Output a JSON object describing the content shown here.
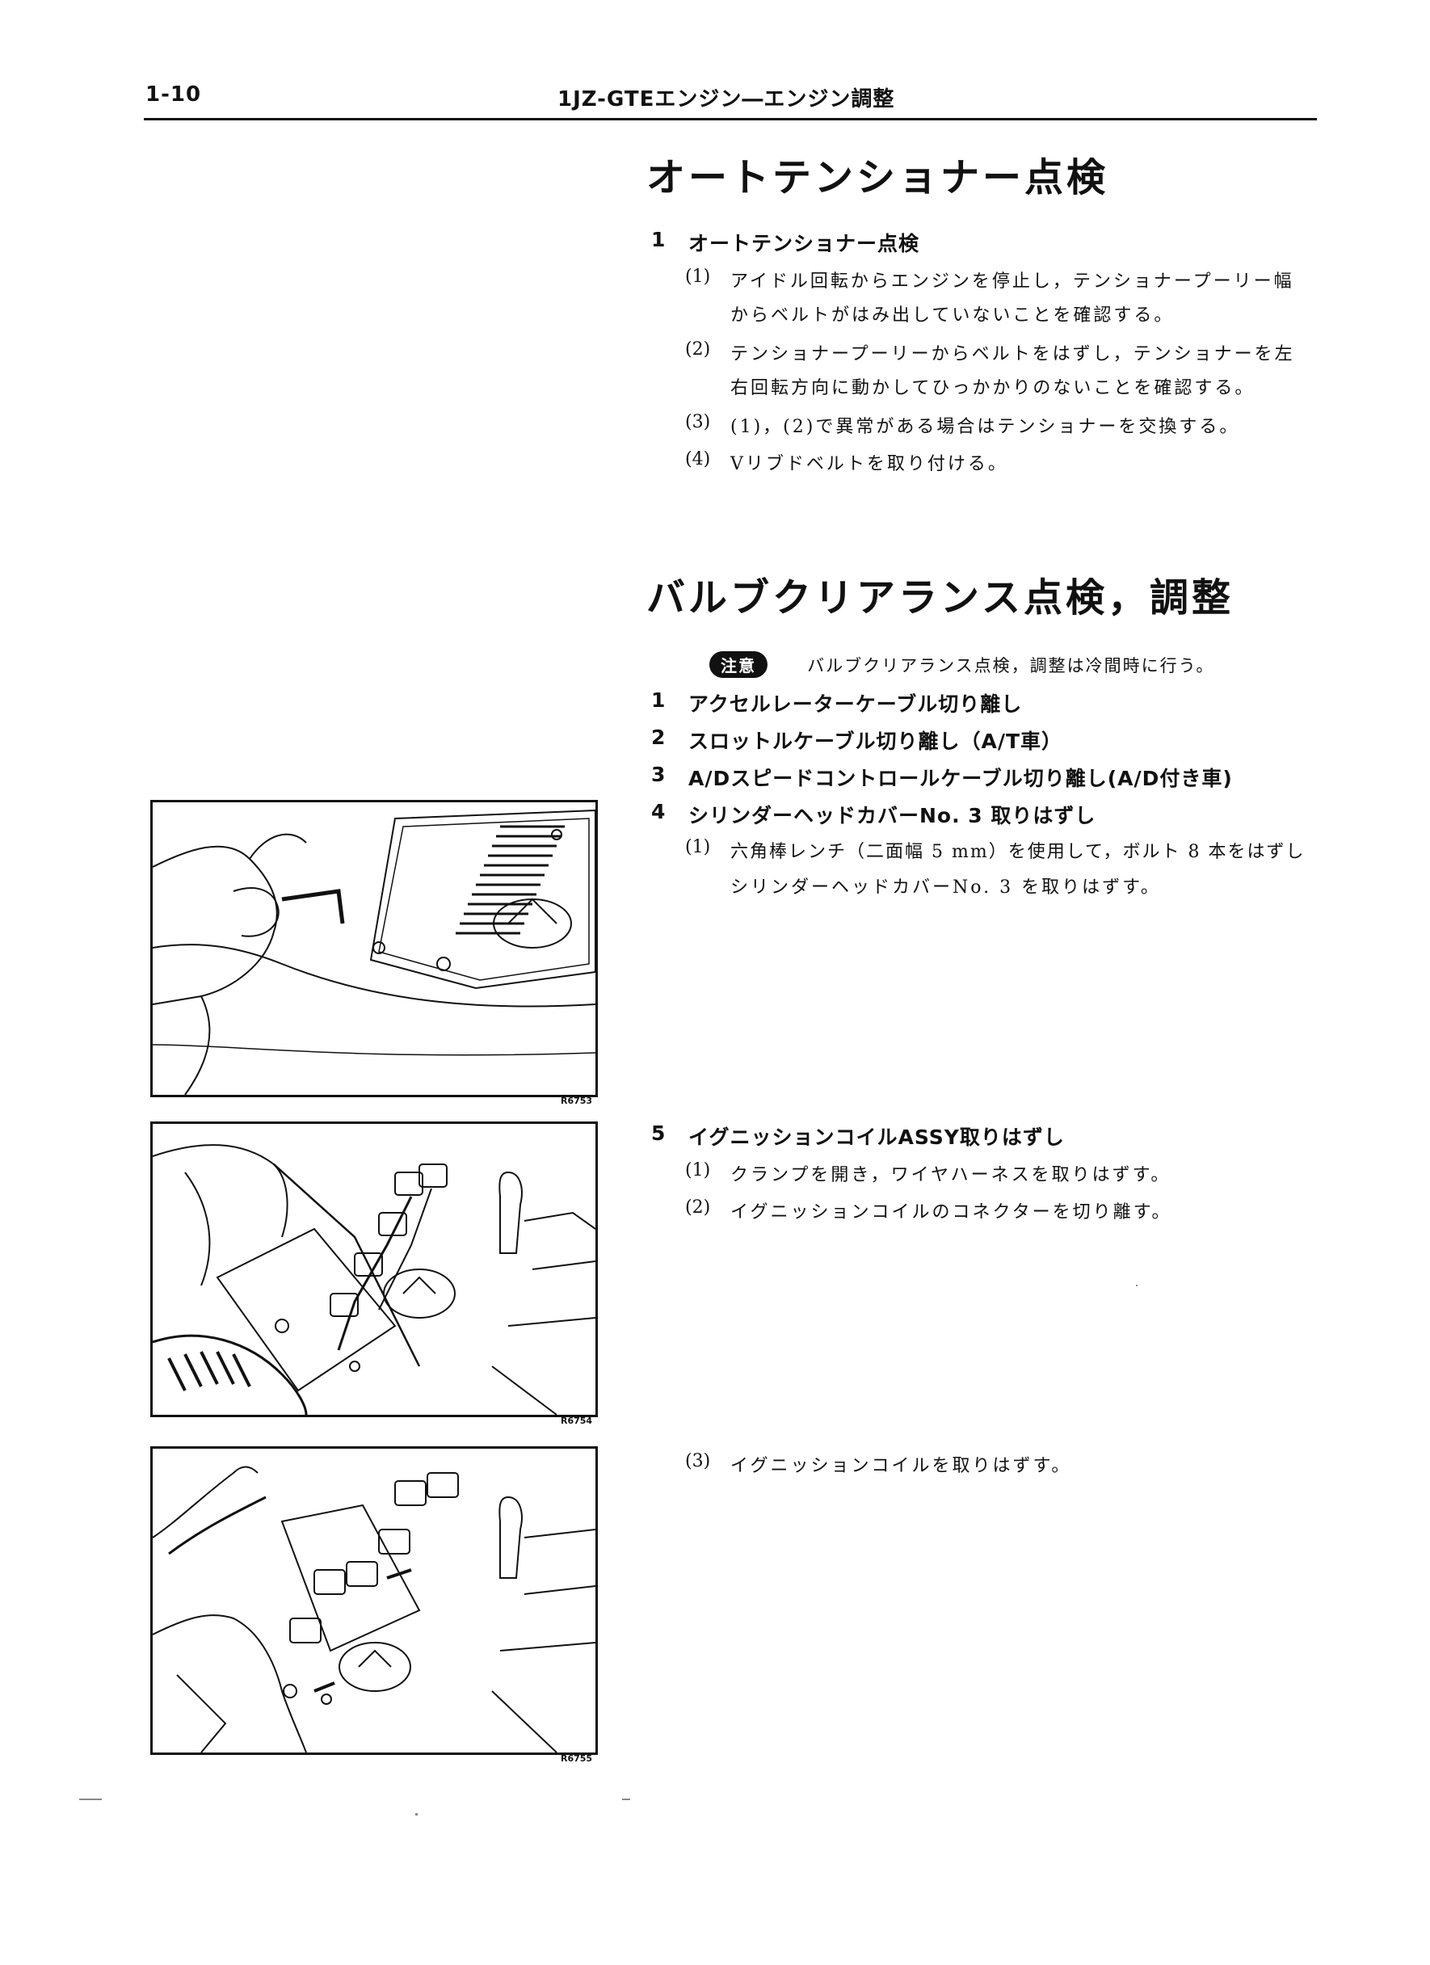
{
  "header": {
    "page_number": "1-10",
    "running_title": "1JZ-GTEエンジン―エンジン調整"
  },
  "section1": {
    "title": "オートテンショナー点検",
    "step1": {
      "num": "1",
      "label": "オートテンショナー点検"
    },
    "items": [
      {
        "num": "(1)",
        "lines": [
          "アイドル回転からエンジンを停止し，テンショナープーリー幅",
          "からベルトがはみ出していないことを確認する。"
        ]
      },
      {
        "num": "(2)",
        "lines": [
          "テンショナープーリーからベルトをはずし，テンショナーを左",
          "右回転方向に動かしてひっかかりのないことを確認する。"
        ]
      },
      {
        "num": "(3)",
        "lines": [
          "(1)，(2)で異常がある場合はテンショナーを交換する。"
        ]
      },
      {
        "num": "(4)",
        "lines": [
          "Vリブドベルトを取り付ける。"
        ]
      }
    ]
  },
  "section2": {
    "title": "バルブクリアランス点検，調整",
    "caution": {
      "badge": "注意",
      "text": "バルブクリアランス点検，調整は冷間時に行う。"
    },
    "steps": [
      {
        "num": "1",
        "label": "アクセルレーターケーブル切り離し"
      },
      {
        "num": "2",
        "label": "スロットルケーブル切り離し（A/T車）"
      },
      {
        "num": "3",
        "label": "A/Dスピードコントロールケーブル切り離し(A/D付き車)"
      },
      {
        "num": "4",
        "label": "シリンダーヘッドカバーNo. 3 取りはずし"
      }
    ],
    "step4_items": [
      {
        "num": "(1)",
        "lines": [
          "六角棒レンチ（二面幅 5 mm）を使用して，ボルト 8 本をはずし",
          "シリンダーヘッドカバーNo. 3 を取りはずす。"
        ]
      }
    ],
    "step5": {
      "num": "5",
      "label": "イグニッションコイルASSY取りはずし"
    },
    "step5_items": [
      {
        "num": "(1)",
        "text": "クランプを開き，ワイヤハーネスを取りはずす。"
      },
      {
        "num": "(2)",
        "text": "イグニッションコイルのコネクターを切り離す。"
      },
      {
        "num": "(3)",
        "text": "イグニッションコイルを取りはずす。"
      }
    ]
  },
  "figures": [
    {
      "code": "R6753",
      "icon": "hex-wrench-removing-cover-illustration"
    },
    {
      "code": "R6754",
      "icon": "ignition-coil-harness-illustration"
    },
    {
      "code": "R6755",
      "icon": "ignition-coil-removal-illustration"
    }
  ]
}
